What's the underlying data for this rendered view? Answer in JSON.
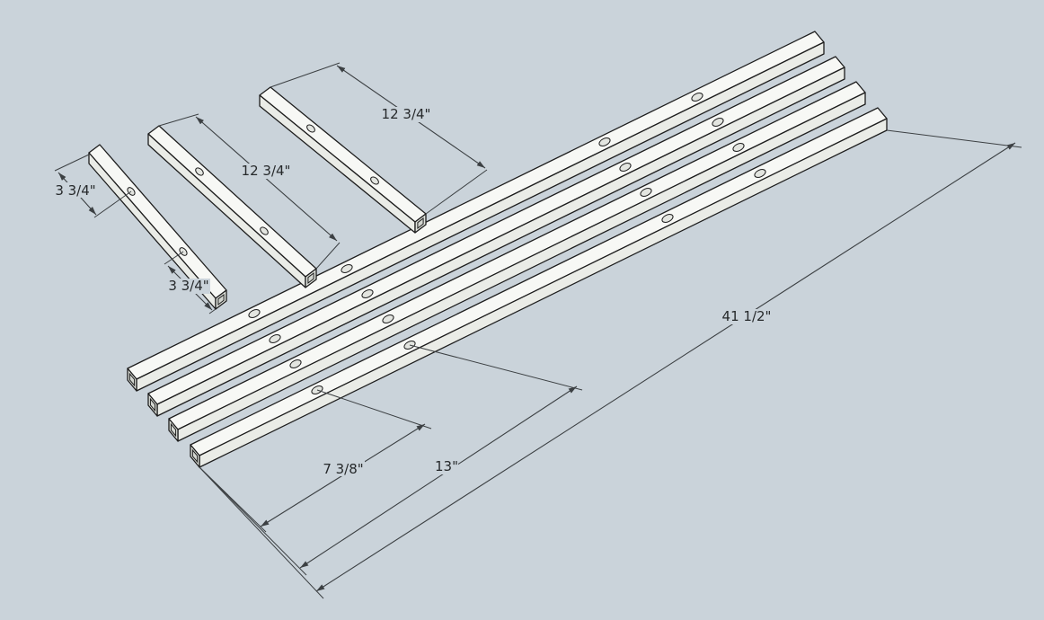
{
  "scene": {
    "description": "Isometric CAD drawing of hollow square tube parts with drilled holes and dimension callouts",
    "background_color": "#cad3da",
    "part_top_color": "#f7f8f5",
    "part_side_color": "#eaece7",
    "part_cap_color": "#dfe2dc",
    "outline_color": "#1d1d1d",
    "dimension_color": "#3c4043"
  },
  "parts": {
    "long_tubes": {
      "count": 4,
      "holes_per_tube": 4
    },
    "short_tubes": {
      "count": 3,
      "holes_per_tube": 2
    }
  },
  "dimensions": {
    "short_tube_hole_offset_top": "3 3/4\"",
    "short_tube_hole_offset_bottom": "3 3/4\"",
    "mid_tube_length_a": "12 3/4\"",
    "mid_tube_length_b": "12 3/4\"",
    "long_tube_first_hole": "7 3/8\"",
    "long_tube_second_hole": "13\"",
    "long_tube_overall_length": "41 1/2\""
  }
}
